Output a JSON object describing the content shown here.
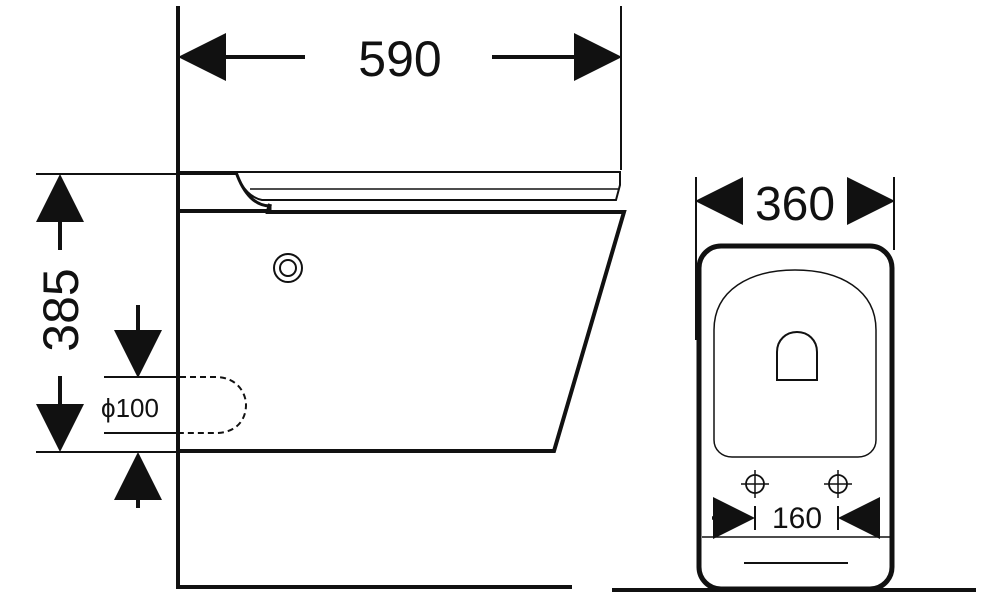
{
  "drawing": {
    "side_view": {
      "width_label": "590",
      "height_label": "385",
      "outlet_label": "ϕ100"
    },
    "front_view": {
      "width_label": "360",
      "bolt_spacing_label": "160"
    }
  },
  "colors": {
    "line": "#111111",
    "background": "#ffffff"
  }
}
